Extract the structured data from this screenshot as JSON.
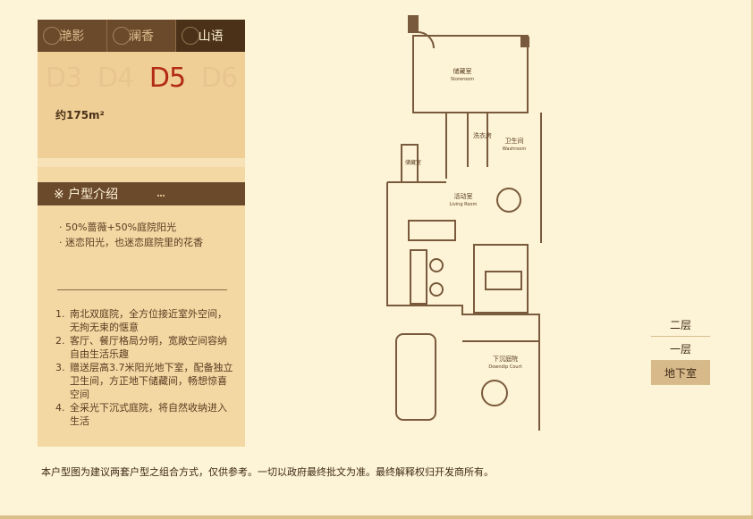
{
  "tabs": [
    {
      "label": "滟影",
      "active": false
    },
    {
      "label": "澜香",
      "active": false
    },
    {
      "label": "山语",
      "active": true
    }
  ],
  "models": [
    {
      "label": "D3",
      "active": false
    },
    {
      "label": "D4",
      "active": false
    },
    {
      "label": "D5",
      "active": true
    },
    {
      "label": "D6",
      "active": false
    }
  ],
  "area": "约175m²",
  "intro": {
    "title": "※ 户型介绍",
    "highlights": [
      "· 50%蔷薇+50%庭院阳光",
      "· 迷恋阳光，也迷恋庭院里的花香"
    ],
    "features": [
      {
        "num": "1.",
        "text": "南北双庭院，全方位接近室外空间，无拘无束的惬意"
      },
      {
        "num": "2.",
        "text": "客厅、餐厅格局分明，宽敞空间容纳自由生活乐趣"
      },
      {
        "num": "3.",
        "text": "赠送层高3.7米阳光地下室，配备独立卫生间，方正地下储藏间，畅想惊喜空间"
      },
      {
        "num": "4.",
        "text": "全采光下沉式庭院，将自然收纳进入生活"
      }
    ]
  },
  "floors": [
    {
      "label": "二层",
      "active": false
    },
    {
      "label": "一层",
      "active": false
    },
    {
      "label": "地下室",
      "active": true
    }
  ],
  "disclaimer": "本户型图为建议两套户型之组合方式，仅供参考。一切以政府最终批文为准。最终解释权归开发商所有。",
  "plan": {
    "storeroom_cn": "储藏室",
    "storeroom_en": "Storeroom",
    "laundry_cn": "洗衣房",
    "washroom_cn": "卫生间",
    "washroom_en": "Washroom",
    "store_small_cn": "储藏室",
    "living_cn": "活动室",
    "living_en": "Living Room",
    "court_cn": "下沉庭院",
    "court_en": "Downdip Court"
  },
  "colors": {
    "accent": "#b22b13",
    "tab_bg": "#6b4a2c",
    "plan_line": "#7a5a3c"
  }
}
